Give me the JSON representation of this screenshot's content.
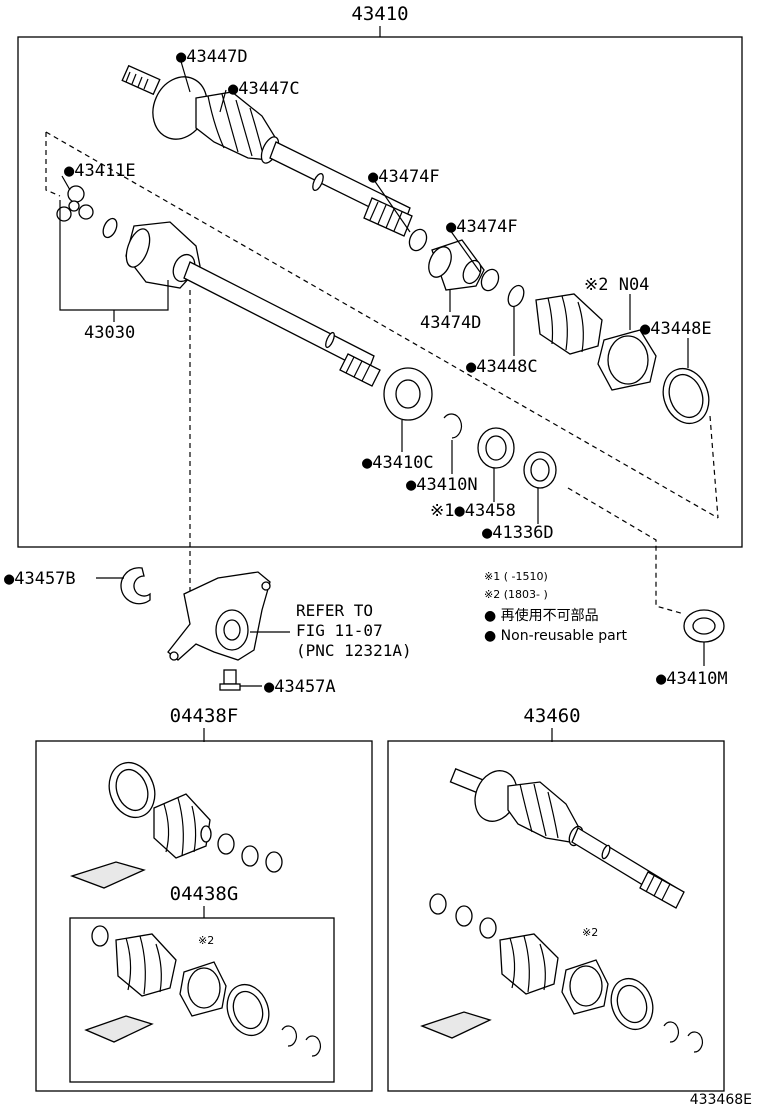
{
  "labels": {
    "main_assembly": "43410",
    "p_43447D": "●43447D",
    "p_43447C": "●43447C",
    "p_43411E": "●43411E",
    "p_43474F_a": "●43474F",
    "p_43474F_b": "●43474F",
    "p_43030": "43030",
    "p_43474D": "43474D",
    "p_N04": "※2 N04",
    "p_43448E": "●43448E",
    "p_43448C": "●43448C",
    "p_43410C": "●43410C",
    "p_43410N": "●43410N",
    "p_43458": "※1●43458",
    "p_41336D": "●41336D",
    "p_43457B": "●43457B",
    "p_43457A": "●43457A",
    "p_43410M": "●43410M",
    "ref_line1": "REFER TO",
    "ref_line2": "FIG 11-07",
    "ref_line3": "(PNC 12321A)",
    "kit_04438F": "04438F",
    "kit_04438G": "04438G",
    "kit_43460": "43460",
    "mark_2_left": "※2",
    "mark_2_right": "※2",
    "footer_code": "433468E"
  },
  "notes": {
    "note1": "※1 (     -1510)",
    "note2": "※2 (1803-     )",
    "note3": "● 再使用不可部品",
    "note4": "● Non-reusable part"
  }
}
